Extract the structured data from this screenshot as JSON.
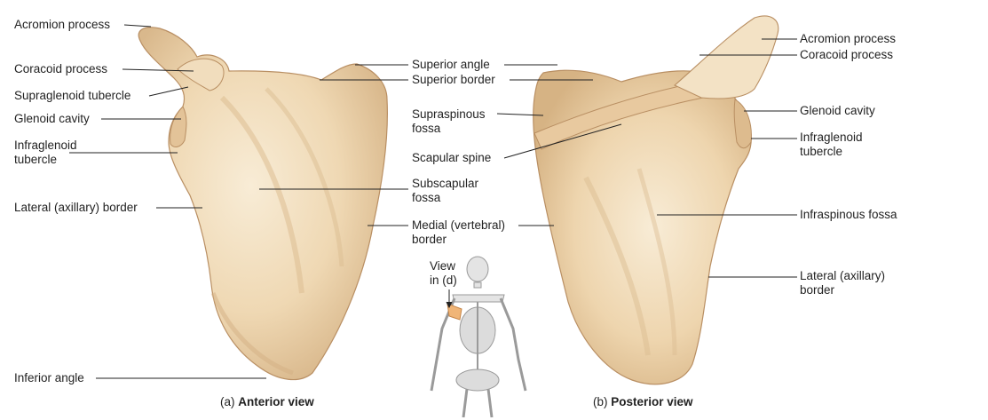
{
  "anterior": {
    "labels": {
      "acromion": "Acromion process",
      "coracoid": "Coracoid process",
      "supraglenoid": "Supraglenoid tubercle",
      "glenoid": "Glenoid cavity",
      "infraglenoid": "Infraglenoid\ntubercle",
      "lateral_border": "Lateral (axillary) border",
      "inferior_angle": "Inferior angle"
    },
    "caption_prefix": "(a)",
    "caption_title": "Anterior view"
  },
  "center": {
    "labels": {
      "superior_angle": "Superior angle",
      "superior_border": "Superior border",
      "supraspinous": "Supraspinous\nfossa",
      "scapular_spine": "Scapular spine",
      "subscapular": "Subscapular\nfossa",
      "medial_border": "Medial (vertebral)\nborder"
    },
    "inset_label": "View\nin (d)"
  },
  "posterior": {
    "labels": {
      "acromion": "Acromion process",
      "coracoid": "Coracoid process",
      "glenoid": "Glenoid cavity",
      "infraglenoid": "Infraglenoid\ntubercle",
      "infraspinous": "Infraspinous fossa",
      "lateral_border": "Lateral (axillary)\nborder"
    },
    "caption_prefix": "(b)",
    "caption_title": "Posterior view"
  },
  "colors": {
    "bone_light": "#f6e6cc",
    "bone_mid": "#ecd2ab",
    "bone_dark": "#c9a47a",
    "leader": "#222222"
  }
}
